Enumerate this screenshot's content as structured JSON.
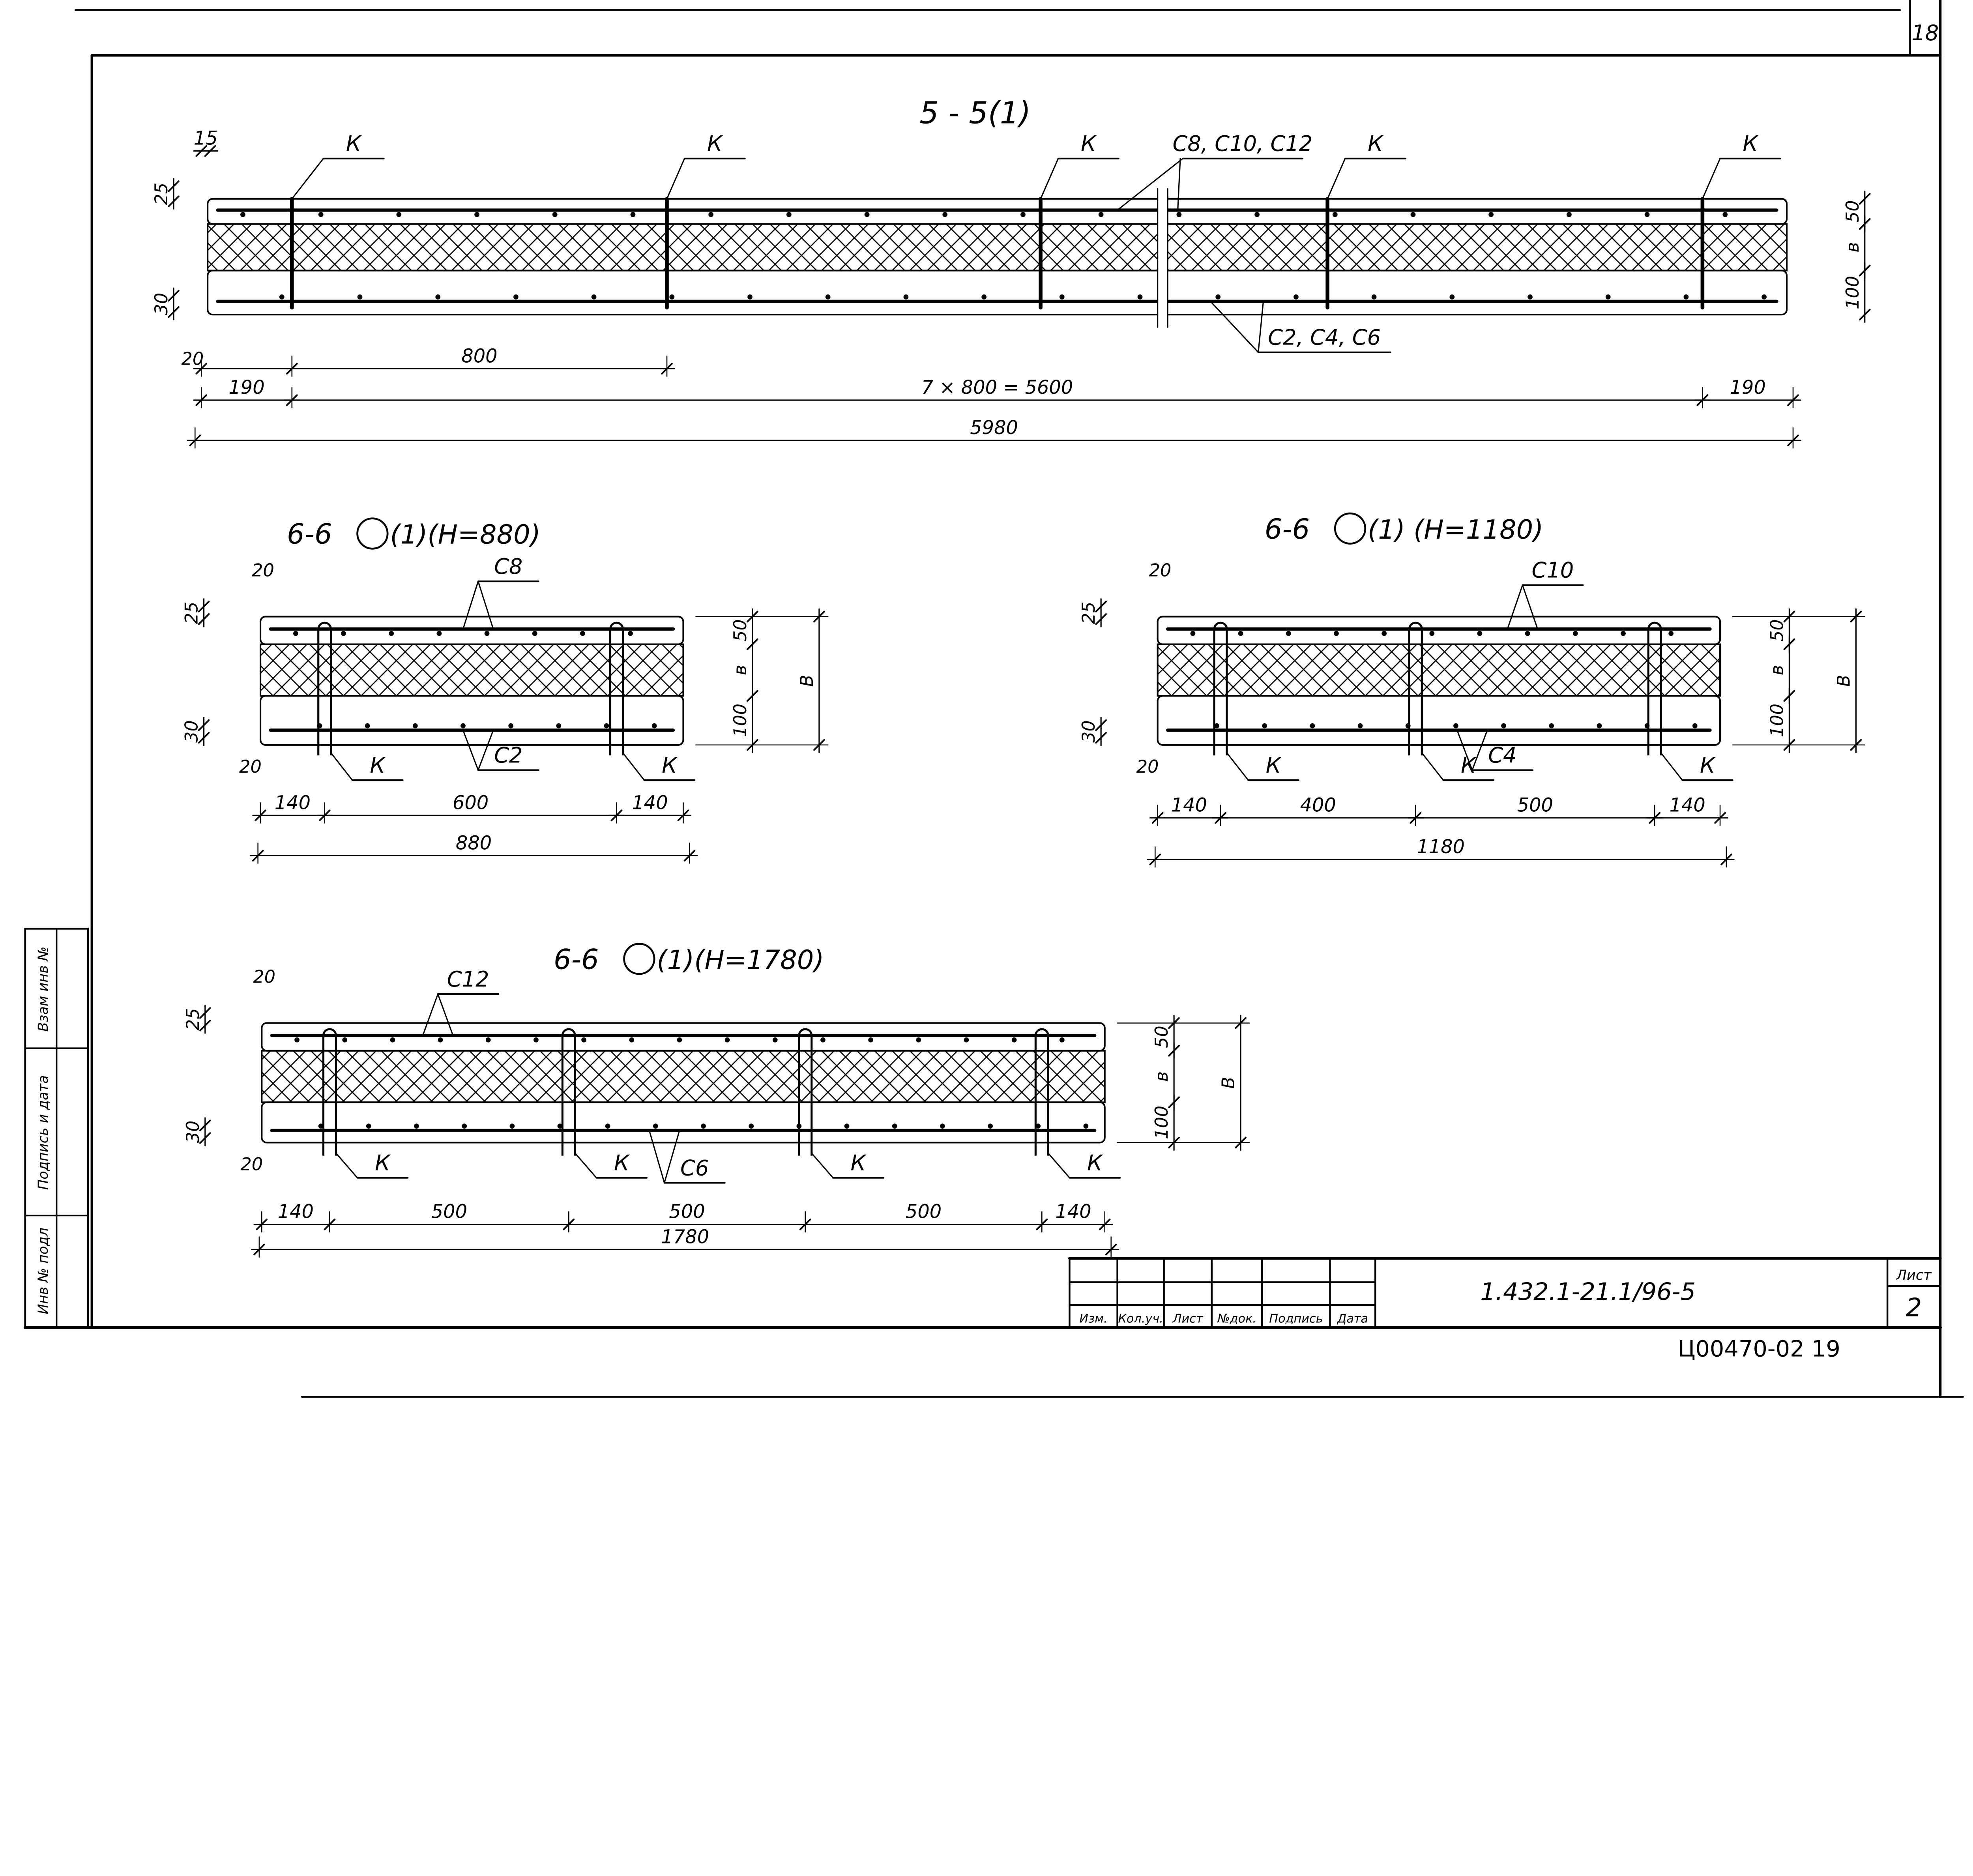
{
  "page_number": "18",
  "section_5_5": {
    "title": "5 - 5(1)",
    "mark_k": "К",
    "top_bars": "С8, С10, С12",
    "bottom_bars": "С2, С4, С6",
    "dims": {
      "cover_end": "15",
      "top_cover": "25",
      "bottom_cover": "30",
      "end": "20",
      "edge_left": "190",
      "step": "800",
      "total_steps": "7 × 800 = 5600",
      "edge_right": "190",
      "overall": "5980",
      "top_layer": "50",
      "insulation": "в",
      "bottom_layer": "100"
    }
  },
  "section_6_6_880": {
    "title": "6-6",
    "subtitle": "(1)(Н=880)",
    "mark_k": "К",
    "top_bars": "С8",
    "bottom_bars": "С2",
    "dims": {
      "end": "20",
      "end_bottom": "20",
      "top_cover": "25",
      "bottom_cover": "30",
      "segments": [
        "140",
        "600",
        "140"
      ],
      "overall": "880",
      "top_layer": "50",
      "insulation": "в",
      "bottom_layer": "100",
      "height": "В"
    }
  },
  "section_6_6_1180": {
    "title": "6-6",
    "subtitle": "(1) (Н=1180)",
    "mark_k": "К",
    "top_bars": "С10",
    "bottom_bars": "С4",
    "dims": {
      "end": "20",
      "end_bottom": "20",
      "top_cover": "25",
      "bottom_cover": "30",
      "segments": [
        "140",
        "400",
        "500",
        "140"
      ],
      "overall": "1180",
      "top_layer": "50",
      "insulation": "в",
      "bottom_layer": "100",
      "height": "В"
    }
  },
  "section_6_6_1780": {
    "title": "6-6",
    "subtitle": "(1)(Н=1780)",
    "mark_k": "К",
    "top_bars": "С12",
    "bottom_bars": "С6",
    "dims": {
      "end": "20",
      "end_bottom": "20",
      "top_cover": "25",
      "bottom_cover": "30",
      "segments": [
        "140",
        "500",
        "500",
        "500",
        "140"
      ],
      "overall": "1780",
      "top_layer": "50",
      "insulation": "в",
      "bottom_layer": "100",
      "height": "В"
    }
  },
  "stamp_strip": [
    "Инв № подл",
    "Подпись и дата",
    "Взам инв №"
  ],
  "title_block": {
    "columns": [
      "Изм.",
      "Кол.уч.",
      "Лист",
      "№док.",
      "Подпись",
      "Дата"
    ],
    "doc_code": "1.432.1-21.1/96-5",
    "sheet_label": "Лист",
    "sheet_number": "2"
  },
  "archive_code": "Ц00470-02  19",
  "colors": {
    "ink": "#000000",
    "paper": "#ffffff"
  }
}
